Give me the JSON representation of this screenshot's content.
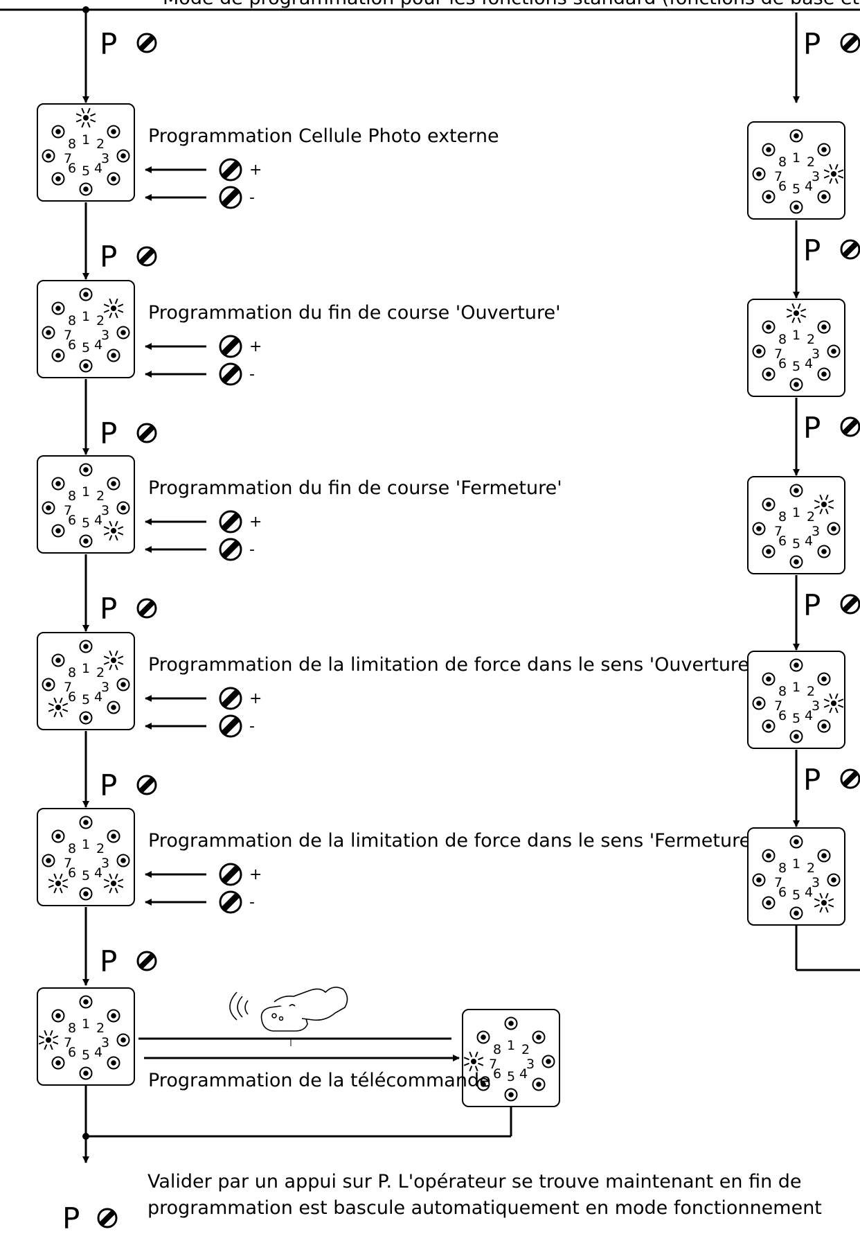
{
  "diagram": {
    "top_text": "Mode de programmation pour les fonctions standard (fonctions de base et programmation des temps de marche/ralentissement ...",
    "p_key": "P",
    "plus_sign": "+",
    "minus_sign": "-",
    "panel_numbers": [
      "1",
      "2",
      "3",
      "4",
      "5",
      "6",
      "7",
      "8"
    ],
    "steps": [
      {
        "label": "Programmation Cellule Photo externe",
        "lit_leds": [
          1
        ]
      },
      {
        "label": "Programmation du fin de course 'Ouverture'",
        "lit_leds": [
          2
        ]
      },
      {
        "label": "Programmation du fin de course 'Fermeture'",
        "lit_leds": [
          4
        ]
      },
      {
        "label": "Programmation de la limitation de force dans le sens 'Ouverture'",
        "lit_leds": [
          2,
          6
        ]
      },
      {
        "label": "Programmation de la limitation de force dans le sens 'Fermeture'",
        "lit_leds": [
          4,
          6
        ]
      }
    ],
    "remote_step": {
      "label": "Programmation de la télécommande",
      "lit_leds": [
        7
      ],
      "remote_icon": "hand-remote-icon"
    },
    "right_column": [
      {
        "lit_leds": [
          3
        ]
      },
      {
        "lit_leds": [
          1
        ]
      },
      {
        "lit_leds": [
          2
        ]
      },
      {
        "lit_leds": [
          3
        ]
      },
      {
        "lit_leds": [
          4
        ]
      }
    ],
    "footer": {
      "line1": "Valider par un appui sur P. L'opérateur se trouve maintenant en fin de",
      "line2": "programmation est bascule automatiquement en mode fonctionnement"
    }
  }
}
